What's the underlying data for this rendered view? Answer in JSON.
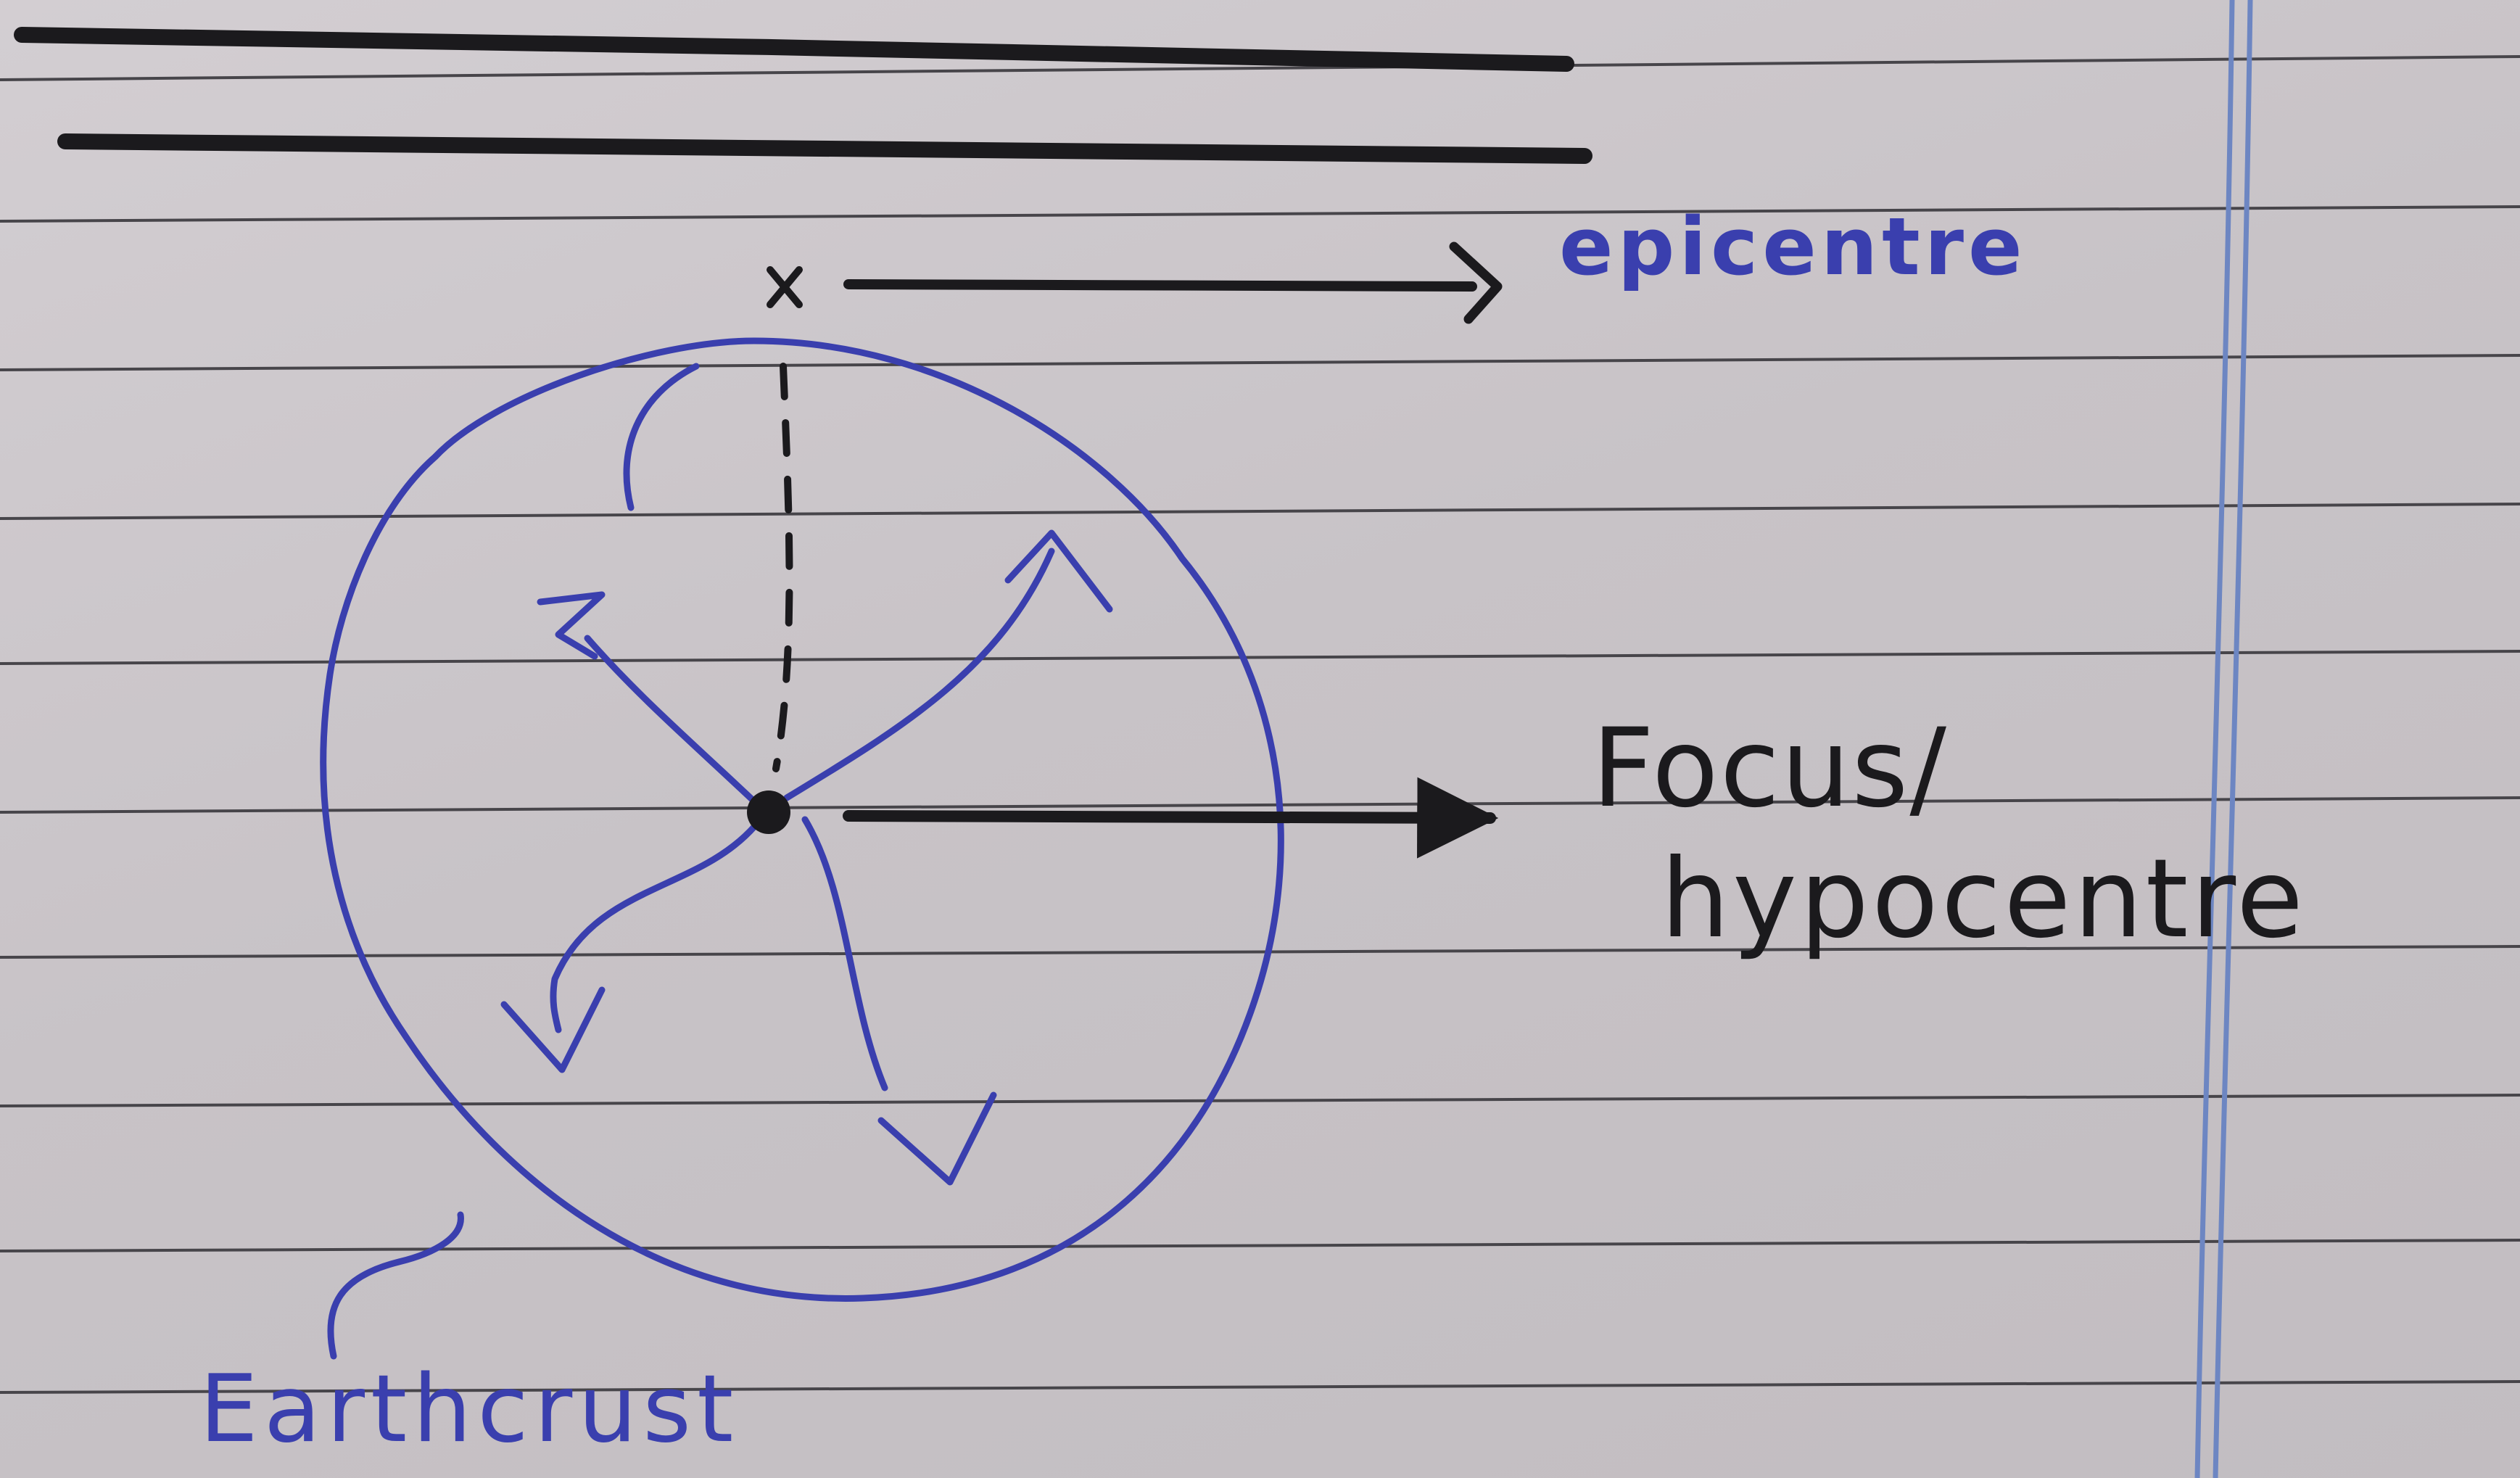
{
  "labels": {
    "epicentre": "epicentre",
    "focus": "Focus/",
    "hypocentre": "hypocentre",
    "earth_crust": "Earthcrust"
  },
  "colors": {
    "paper": "#c9c4c8",
    "rule_line": "#47454a",
    "margin_line": "#6d86c2",
    "ink_black": "#1b1a1d",
    "ink_blue": "#3a3fae"
  }
}
